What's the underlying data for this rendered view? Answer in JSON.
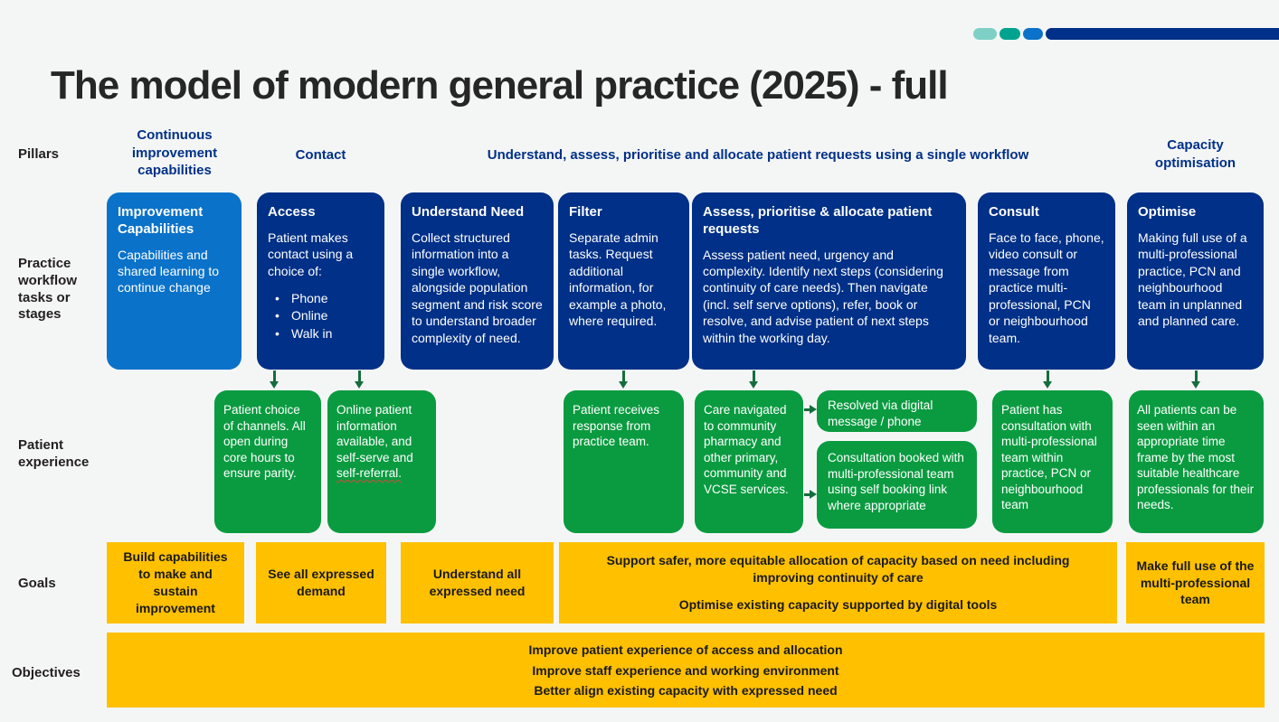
{
  "slide": {
    "title": "The model of modern general practice (2025) - full"
  },
  "colors": {
    "navy": "#003087",
    "blue": "#0b72c9",
    "green": "#0a9b40",
    "arrow_green": "#156d3c",
    "yellow": "#ffc000",
    "teal": "#00a390",
    "light_teal": "#7ed0c6"
  },
  "row_labels": {
    "pillars": "Pillars",
    "workflow": "Practice workflow tasks or stages",
    "patient_experience": "Patient experience",
    "goals": "Goals",
    "objectives": "Objectives"
  },
  "pillars": {
    "p1": "Continuous improvement capabilities",
    "p2": "Contact",
    "p3": "Understand, assess, prioritise and allocate patient requests using a single workflow",
    "p4": "Capacity optimisation"
  },
  "workflow": {
    "improvement": {
      "title": "Improvement Capabilities",
      "body": "Capabilities and shared learning to continue change"
    },
    "access": {
      "title": "Access",
      "body": "Patient makes contact using a choice of:",
      "bullets": [
        "Phone",
        "Online",
        "Walk in"
      ]
    },
    "understand": {
      "title": "Understand Need",
      "body": "Collect structured information into a single workflow, alongside population segment and risk score to understand broader complexity of need."
    },
    "filter": {
      "title": "Filter",
      "body": "Separate admin tasks. Request additional information, for example a photo, where required."
    },
    "assess": {
      "title": "Assess, prioritise & allocate patient requests",
      "body": "Assess patient need, urgency and complexity. Identify next steps (considering continuity of care needs). Then navigate (incl. self serve options), refer, book or resolve, and advise patient of next steps within the working day."
    },
    "consult": {
      "title": "Consult",
      "body": "Face to face, phone, video consult or message from practice multi-professional, PCN or neighbourhood team."
    },
    "optimise": {
      "title": "Optimise",
      "body": "Making full use of a multi-professional practice, PCN and neighbourhood team in unplanned and planned care."
    }
  },
  "patient_experience": {
    "choice": "Patient choice of channels. All open during core hours to ensure parity.",
    "online_main": "Online patient information available, and self-serve and ",
    "online_squiggle": "self-referral.",
    "response": "Patient receives response from practice team.",
    "navigated": "Care navigated to community pharmacy and other primary, community and VCSE services.",
    "resolved": "Resolved via digital message / phone",
    "booked": "Consultation booked with multi-professional team using self booking link where appropriate",
    "consultation": "Patient has consultation with multi-professional team within practice, PCN or neighbourhood team",
    "seen": "All patients can be seen within an appropriate time frame by the most suitable healthcare professionals for their needs."
  },
  "goals": {
    "g1": "Build capabilities to make and sustain improvement",
    "g2": "See all expressed demand",
    "g3": "Understand all expressed need",
    "g4_line1": "Support safer, more equitable allocation of capacity based on need including improving continuity of care",
    "g4_line2": "Optimise existing capacity supported by digital tools",
    "g5": "Make full use of the multi-professional team"
  },
  "objectives": {
    "o1": "Improve patient experience of access and allocation",
    "o2": "Improve staff experience and working environment",
    "o3": "Better align existing capacity with expressed need"
  }
}
